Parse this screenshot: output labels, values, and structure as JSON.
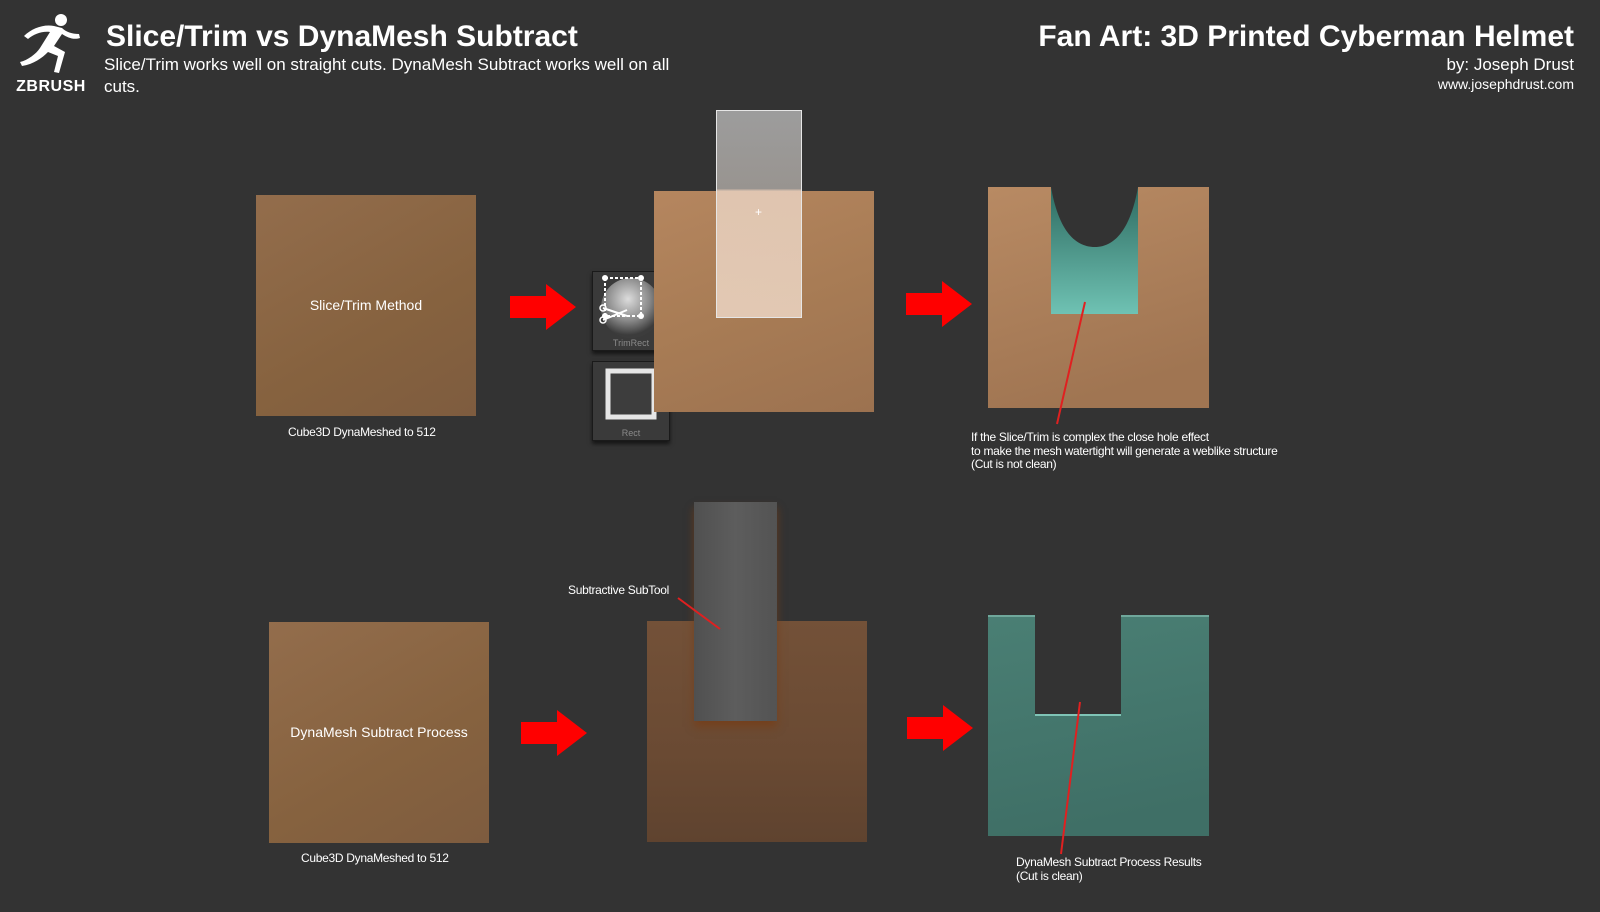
{
  "header": {
    "logo_text": "ZBRUSH",
    "title": "Slice/Trim vs DynaMesh Subtract",
    "subtitle": "Slice/Trim works well on straight cuts. DynaMesh Subtract works well on all cuts.",
    "right_title": "Fan Art: 3D Printed Cyberman Helmet",
    "author": "by: Joseph Drust",
    "website": "www.josephdrust.com"
  },
  "top_row": {
    "cube_label": "Slice/Trim Method",
    "cube_caption": "Cube3D DynaMeshed to 512",
    "tool1_label": "TrimRect",
    "tool2_label": "Rect",
    "result_note_line1": "If the Slice/Trim is complex the close hole effect",
    "result_note_line2": "to make the mesh watertight will generate a weblike structure",
    "result_note_line3": "(Cut is not clean)"
  },
  "bottom_row": {
    "cube_label": "DynaMesh Subtract Process",
    "cube_caption": "Cube3D DynaMeshed to 512",
    "subtool_label": "Subtractive SubTool",
    "result_note_line1": "DynaMesh Subtract Process Results",
    "result_note_line2": "(Cut is clean)"
  },
  "colors": {
    "background": "#333333",
    "clay": "#a87c55",
    "teal": "#4d8478",
    "arrow": "#ff0000"
  }
}
